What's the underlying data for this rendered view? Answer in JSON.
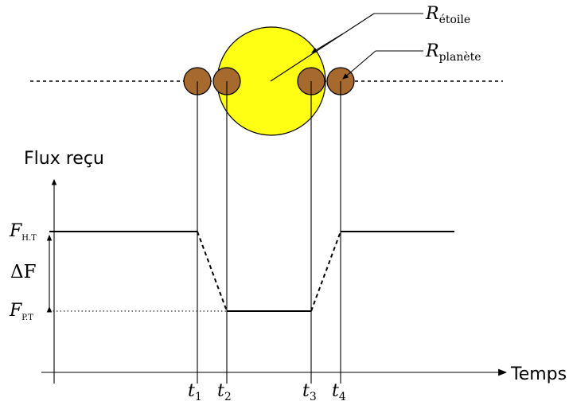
{
  "labels": {
    "r_star_main": "R",
    "r_star_sub": "étoile",
    "r_planet_main": "R",
    "r_planet_sub": "planète",
    "flux_axis": "Flux reçu",
    "time_axis": "Temps",
    "f_ht_main": "F",
    "f_ht_sub": "H.T",
    "f_pt_main": "F",
    "f_pt_sub": "P.T",
    "delta_f": "ΔF",
    "t1_main": "t",
    "t1_sub": "1",
    "t2_main": "t",
    "t2_sub": "2",
    "t3_main": "t",
    "t3_sub": "3",
    "t4_main": "t",
    "t4_sub": "4"
  },
  "colors": {
    "star_fill": "#ffff14",
    "planet_fill": "#a66a2e",
    "line": "#000000"
  }
}
